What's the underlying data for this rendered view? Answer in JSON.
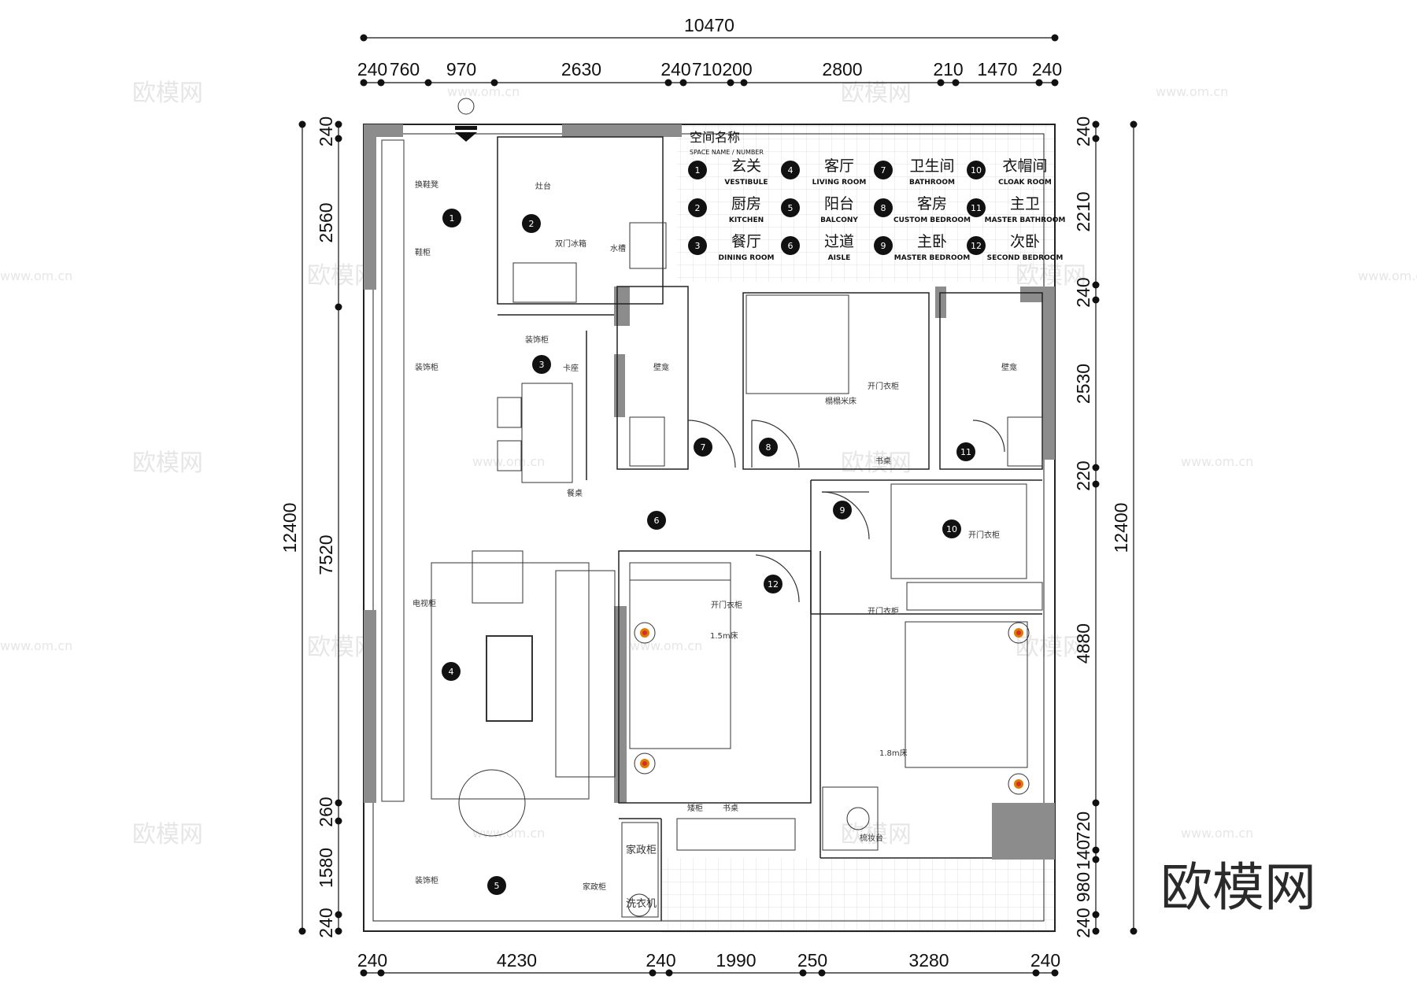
{
  "top_total": "10470",
  "top_segments": [
    "240",
    "760",
    "970",
    "2630",
    "240",
    "710",
    "200",
    "2800",
    "210",
    "1470",
    "240"
  ],
  "bottom_segments": [
    "240",
    "4230",
    "240",
    "1990",
    "250",
    "3280",
    "240"
  ],
  "left_total": "12400",
  "left_segments": [
    "240",
    "2560",
    "7520",
    "260",
    "1580",
    "240"
  ],
  "right_total": "12400",
  "right_segments": [
    "240",
    "2210",
    "240",
    "2530",
    "220",
    "4880",
    "720",
    "140",
    "980",
    "240"
  ],
  "legend": {
    "title": "空间名称",
    "subtitle": "SPACE NAME / NUMBER",
    "items": [
      {
        "num": "1",
        "zh": "玄关",
        "en": "VESTIBULE"
      },
      {
        "num": "2",
        "zh": "厨房",
        "en": "KITCHEN"
      },
      {
        "num": "3",
        "zh": "餐厅",
        "en": "DINING ROOM"
      },
      {
        "num": "4",
        "zh": "客厅",
        "en": "LIVING ROOM"
      },
      {
        "num": "5",
        "zh": "阳台",
        "en": "BALCONY"
      },
      {
        "num": "6",
        "zh": "过道",
        "en": "AISLE"
      },
      {
        "num": "7",
        "zh": "卫生间",
        "en": "BATHROOM"
      },
      {
        "num": "8",
        "zh": "客房",
        "en": "CUSTOM BEDROOM"
      },
      {
        "num": "9",
        "zh": "主卧",
        "en": "MASTER BEDROOM"
      },
      {
        "num": "10",
        "zh": "衣帽间",
        "en": "CLOAK ROOM"
      },
      {
        "num": "11",
        "zh": "主卫",
        "en": "MASTER BATHROOM"
      },
      {
        "num": "12",
        "zh": "次卧",
        "en": "SECOND BEDROOM"
      }
    ]
  },
  "room_markers": [
    "1",
    "2",
    "3",
    "4",
    "5",
    "6",
    "7",
    "8",
    "9",
    "10",
    "11",
    "12"
  ],
  "labels": {
    "shoe_stool": "换鞋凳",
    "shoe_cabinet": "鞋柜",
    "deco_cabinet_1": "装饰柜",
    "deco_cabinet_2": "装饰柜",
    "deco_cabinet_3": "装饰柜",
    "stove": "灶台",
    "fridge": "双门冰箱",
    "sink": "水槽",
    "card_seat": "卡座",
    "dining_table": "餐桌",
    "tv_cabinet": "电视柜",
    "niche_1": "壁龛",
    "niche_2": "壁龛",
    "wardrobe_guest": "开门衣柜",
    "tatami": "榻榻米床",
    "desk_guest": "书桌",
    "wardrobe_cloak": "开门衣柜",
    "wardrobe_second": "开门衣柜",
    "wardrobe_master": "开门衣柜",
    "bed_15": "1.5m床",
    "bed_18": "1.8m床",
    "short_cabinet": "矮柜",
    "desk_second": "书桌",
    "dresser": "梳妆台",
    "household_cabinet_box": "家政柜",
    "household_cabinet": "家政柜",
    "washer": "洗衣机"
  },
  "watermark": {
    "text": "欧模网",
    "url": "www.om.cn"
  },
  "brand": "欧模网",
  "colors": {
    "wall_gray": "#8c8c8c",
    "marker": "#111111",
    "wall_line": "#222222"
  }
}
